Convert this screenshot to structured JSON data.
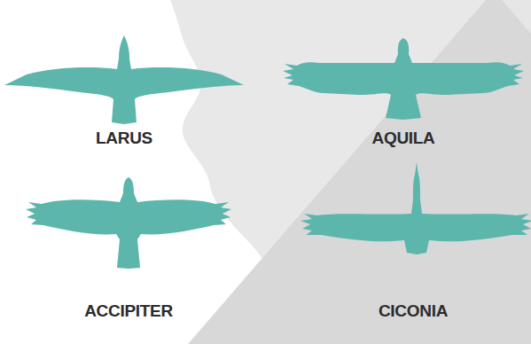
{
  "diagram": {
    "labels": [
      "LARUS",
      "AQUILA",
      "ACCIPITER",
      "CICONIA"
    ]
  }
}
